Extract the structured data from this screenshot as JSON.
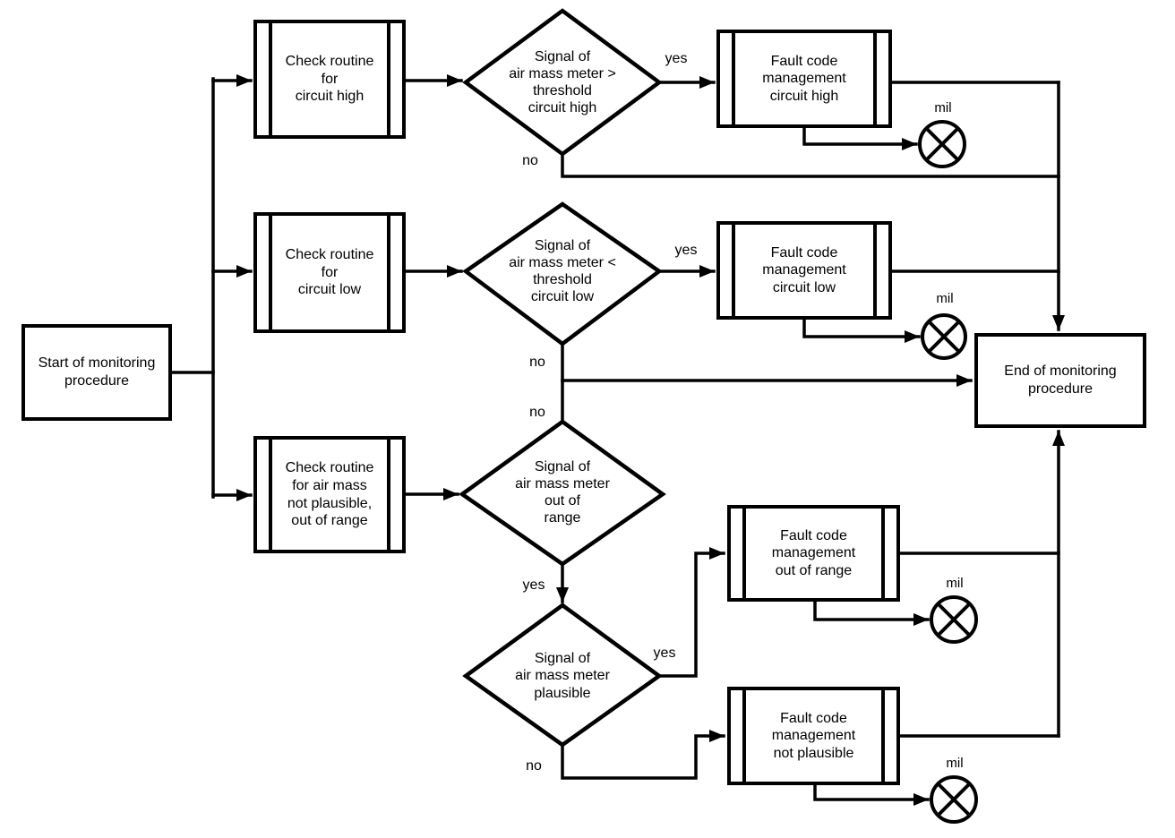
{
  "diagram_type": "flowchart",
  "colors": {
    "line": "#000000",
    "background": "#ffffff",
    "text": "#000000"
  },
  "labels": {
    "yes": "yes",
    "no": "no",
    "mil": "mil"
  },
  "nodes": {
    "start": {
      "label": "Start of monitoring\nprocedure"
    },
    "check_high": {
      "label": "Check routine\nfor\ncircuit high"
    },
    "check_low": {
      "label": "Check routine\nfor\ncircuit low"
    },
    "check_plaus": {
      "label": "Check routine\nfor air mass\nnot plausible,\nout of range"
    },
    "dec_high": {
      "label": "Signal of\nair mass meter >\nthreshold\ncircuit high"
    },
    "dec_low": {
      "label": "Signal of\nair mass meter <\nthreshold\ncircuit low"
    },
    "dec_range": {
      "label": "Signal of\nair mass meter\nout of\nrange"
    },
    "dec_plaus": {
      "label": "Signal of\nair mass meter\nplausible"
    },
    "fault_high": {
      "label": "Fault code\nmanagement\ncircuit high"
    },
    "fault_low": {
      "label": "Fault code\nmanagement\ncircuit low"
    },
    "fault_range": {
      "label": "Fault code\nmanagement\nout of range"
    },
    "fault_plaus": {
      "label": "Fault code\nmanagement\nnot plausible"
    },
    "end": {
      "label": "End of monitoring\nprocedure"
    }
  },
  "edges": [
    {
      "from": "start",
      "to": "check_high",
      "label": ""
    },
    {
      "from": "start",
      "to": "check_low",
      "label": ""
    },
    {
      "from": "start",
      "to": "check_plaus",
      "label": ""
    },
    {
      "from": "check_high",
      "to": "dec_high",
      "label": ""
    },
    {
      "from": "dec_high",
      "to": "fault_high",
      "label": "yes"
    },
    {
      "from": "dec_high",
      "to": "end",
      "label": "no"
    },
    {
      "from": "fault_high",
      "to": "end",
      "label": ""
    },
    {
      "from": "fault_high",
      "to": "mil",
      "label": ""
    },
    {
      "from": "check_low",
      "to": "dec_low",
      "label": ""
    },
    {
      "from": "dec_low",
      "to": "fault_low",
      "label": "yes"
    },
    {
      "from": "dec_low",
      "to": "end",
      "label": "no"
    },
    {
      "from": "fault_low",
      "to": "end",
      "label": ""
    },
    {
      "from": "fault_low",
      "to": "mil",
      "label": ""
    },
    {
      "from": "check_plaus",
      "to": "dec_range",
      "label": ""
    },
    {
      "from": "dec_range",
      "to": "end",
      "label": "no"
    },
    {
      "from": "dec_range",
      "to": "dec_plaus",
      "label": "yes"
    },
    {
      "from": "dec_plaus",
      "to": "fault_range",
      "label": "yes"
    },
    {
      "from": "dec_plaus",
      "to": "fault_plaus",
      "label": "no"
    },
    {
      "from": "fault_range",
      "to": "end",
      "label": ""
    },
    {
      "from": "fault_range",
      "to": "mil",
      "label": ""
    },
    {
      "from": "fault_plaus",
      "to": "end",
      "label": ""
    },
    {
      "from": "fault_plaus",
      "to": "mil",
      "label": ""
    }
  ]
}
